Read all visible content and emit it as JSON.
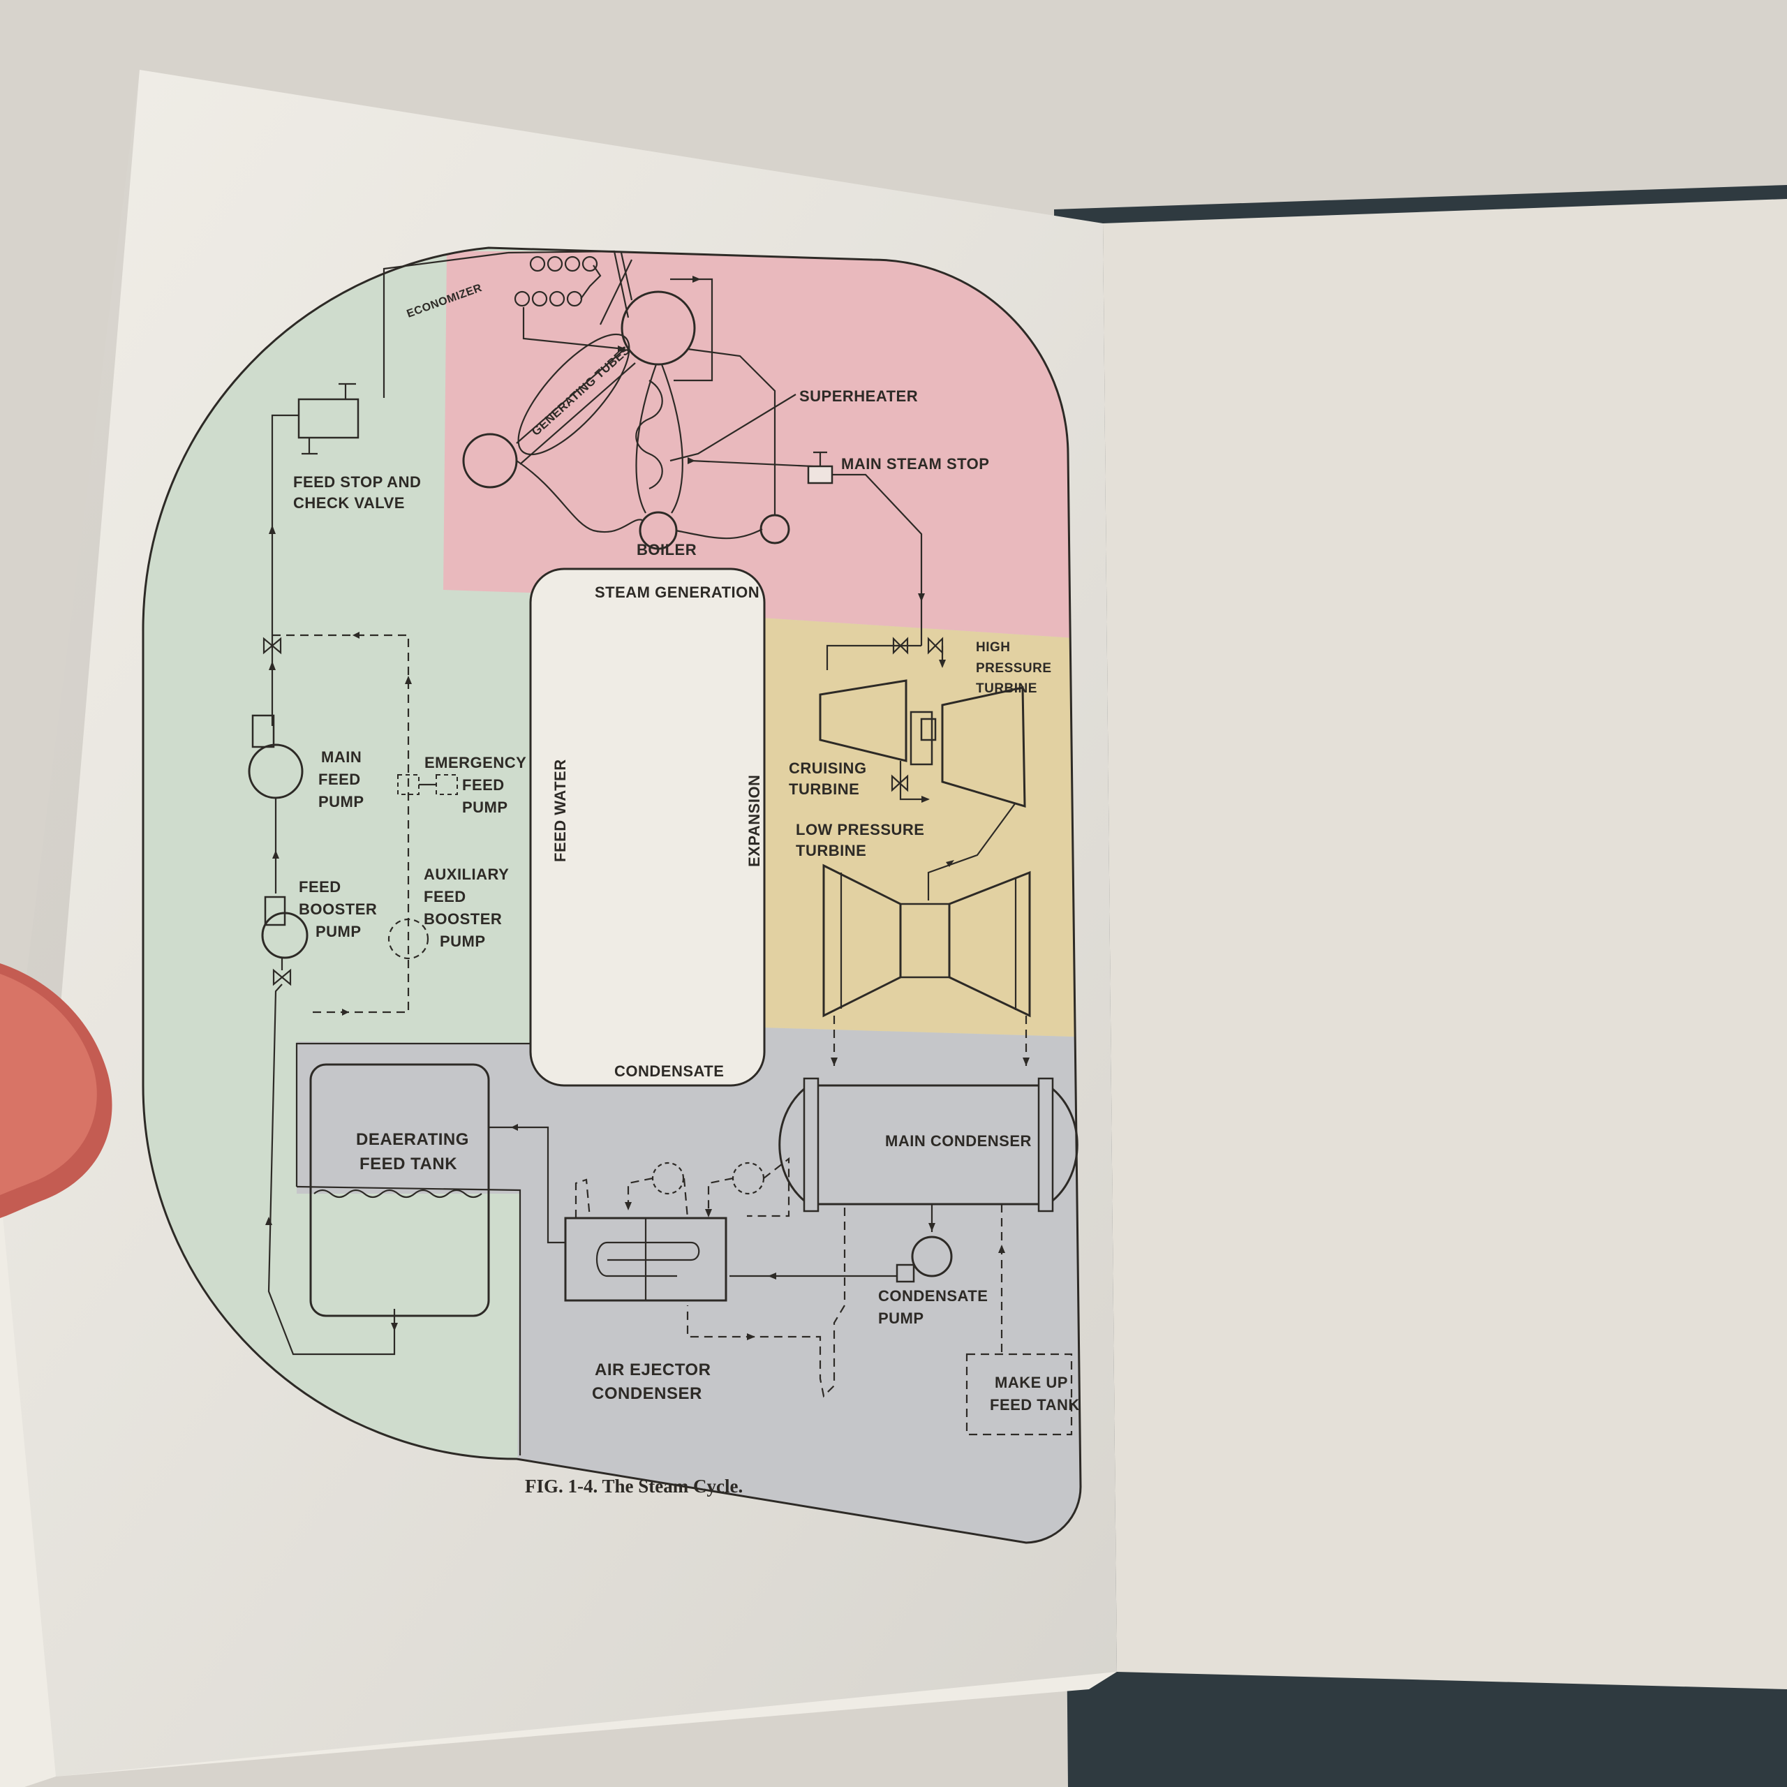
{
  "figure": {
    "caption": "FIG. 1-4. The Steam Cycle.",
    "colors": {
      "steam_generation": "#e9b9bd",
      "expansion": "#e2d1a2",
      "condensate": "#c5c6c9",
      "feed_water": "#cfdccd",
      "page": "#efece5",
      "ink": "#2d2a26"
    },
    "sections": {
      "steam_generation": "STEAM GENERATION",
      "expansion": "EXPANSION",
      "condensate": "CONDENSATE",
      "feed_water": "FEED WATER"
    },
    "components": {
      "economizer": "ECONOMIZER",
      "generating_tubes": "GENERATING TUBES",
      "superheater": "SUPERHEATER",
      "main_steam_stop": "MAIN STEAM STOP",
      "boiler": "BOILER",
      "feed_stop_check_valve": [
        "FEED STOP AND",
        "CHECK VALVE"
      ],
      "high_pressure_turbine": [
        "HIGH",
        "PRESSURE",
        "TURBINE"
      ],
      "cruising_turbine": [
        "CRUISING",
        "TURBINE"
      ],
      "low_pressure_turbine": [
        "LOW PRESSURE",
        "TURBINE"
      ],
      "main_feed_pump": [
        "MAIN",
        "FEED",
        "PUMP"
      ],
      "emergency_feed_pump": [
        "EMERGENCY",
        "FEED",
        "PUMP"
      ],
      "auxiliary_feed_booster_pump": [
        "AUXILIARY",
        "FEED",
        "BOOSTER",
        "PUMP"
      ],
      "feed_booster_pump": [
        "FEED",
        "BOOSTER",
        "PUMP"
      ],
      "dearating_feed_tank": [
        "DEAERATING",
        "FEED TANK"
      ],
      "main_condenser": "MAIN CONDENSER",
      "condensate_pump": [
        "CONDENSATE",
        "PUMP"
      ],
      "air_ejector_condenser": [
        "AIR EJECTOR",
        "CONDENSER"
      ],
      "make_up_feed_tank": [
        "MAKE UP",
        "FEED TANK"
      ]
    }
  }
}
